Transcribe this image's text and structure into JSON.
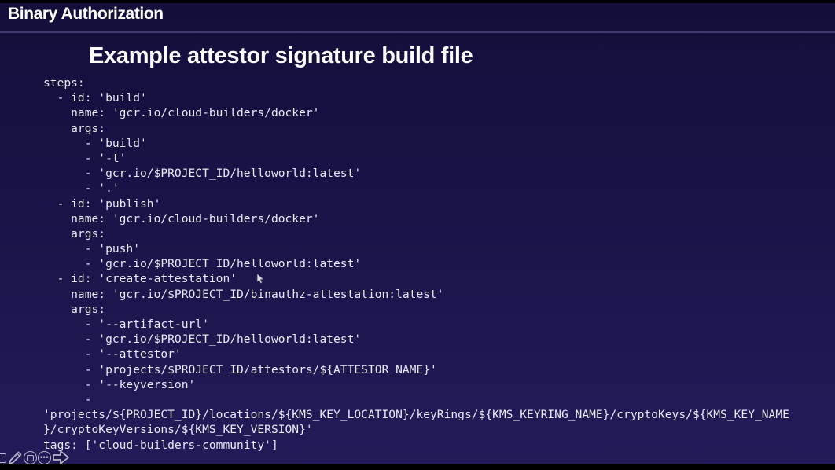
{
  "header": {
    "title": "Binary Authorization"
  },
  "slide": {
    "title": "Example attestor signature build file"
  },
  "code": {
    "language": "yaml",
    "lines": [
      "steps:",
      "  - id: 'build'",
      "    name: 'gcr.io/cloud-builders/docker'",
      "    args:",
      "      - 'build'",
      "      - '-t'",
      "      - 'gcr.io/$PROJECT_ID/helloworld:latest'",
      "      - '.'",
      "  - id: 'publish'",
      "    name: 'gcr.io/cloud-builders/docker'",
      "    args:",
      "      - 'push'",
      "      - 'gcr.io/$PROJECT_ID/helloworld:latest'",
      "  - id: 'create-attestation'",
      "    name: 'gcr.io/$PROJECT_ID/binauthz-attestation:latest'",
      "    args:",
      "      - '--artifact-url'",
      "      - 'gcr.io/$PROJECT_ID/helloworld:latest'",
      "      - '--attestor'",
      "      - 'projects/$PROJECT_ID/attestors/${ATTESTOR_NAME}'",
      "      - '--keyversion'",
      "      -",
      "'projects/${PROJECT_ID}/locations/${KMS_KEY_LOCATION}/keyRings/${KMS_KEYRING_NAME}/cryptoKeys/${KMS_KEY_NAME",
      "}/cryptoKeyVersions/${KMS_KEY_VERSION}'",
      "tags: ['cloud-builders-community']"
    ]
  },
  "toolbar": {
    "icons": [
      {
        "name": "clear-square-icon"
      },
      {
        "name": "pencil-icon"
      },
      {
        "name": "remote-circle-icon"
      },
      {
        "name": "more-options-icon"
      },
      {
        "name": "next-arrow-icon"
      }
    ]
  },
  "colors": {
    "slide_background_top": "#140f39",
    "slide_background_bottom": "#231b59",
    "separator": "#413b70",
    "text": "#e9eaf2",
    "title": "#ffffff",
    "toolbar_icon": "#b9b9cc",
    "letterbox": "#000000"
  }
}
